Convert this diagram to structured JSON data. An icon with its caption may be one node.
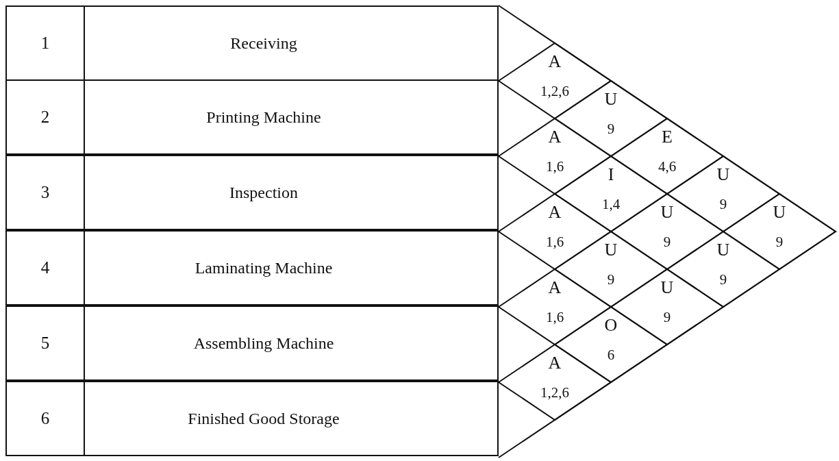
{
  "diagram": {
    "nodes": [
      {
        "text": [
          "1",
          "Receiving"
        ]
      },
      {
        "text": [
          "2",
          "Printing Machine"
        ]
      },
      {
        "text": [
          "3",
          "Inspection"
        ]
      },
      {
        "text": [
          "4",
          "Laminating Machine"
        ]
      },
      {
        "text": [
          "5",
          "Assembling Machine"
        ]
      },
      {
        "text": [
          "6",
          "Finished Good Storage"
        ]
      },
      {
        "text": [
          "A",
          "1,2,6"
        ]
      },
      {
        "text": [
          "U",
          "9"
        ]
      },
      {
        "text": [
          "E",
          "4,6"
        ]
      },
      {
        "text": [
          "U",
          "9"
        ]
      },
      {
        "text": [
          "U",
          "9"
        ]
      },
      {
        "text": [
          "A",
          "1,6"
        ]
      },
      {
        "text": [
          "I",
          "1,4"
        ]
      },
      {
        "text": [
          "U",
          "9"
        ]
      },
      {
        "text": [
          "U",
          "9"
        ]
      },
      {
        "text": [
          "A",
          "1,6"
        ]
      },
      {
        "text": [
          "U",
          "9"
        ]
      },
      {
        "text": [
          "U",
          "9"
        ]
      },
      {
        "text": [
          "A",
          "1,6"
        ]
      },
      {
        "text": [
          "O",
          "6"
        ]
      },
      {
        "text": [
          "A",
          "1,2,6"
        ]
      }
    ]
  }
}
